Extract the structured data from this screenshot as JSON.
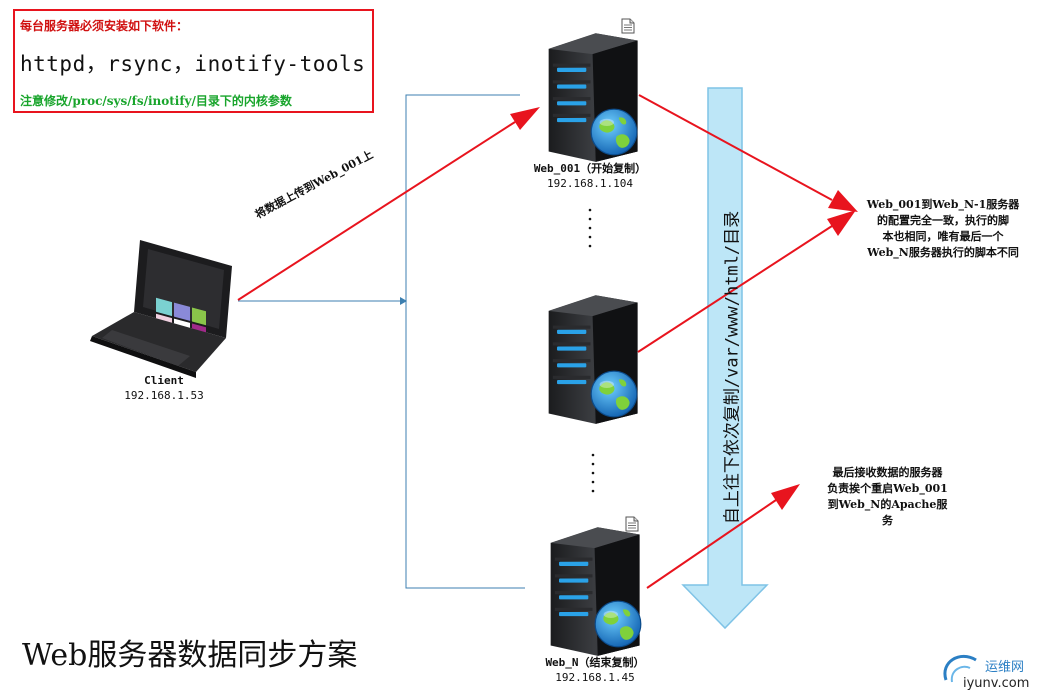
{
  "requirements": {
    "title": "每台服务器必须安装如下软件：",
    "software": "httpd，rsync，inotify-tools",
    "note": "注意修改/proc/sys/fs/inotify/目录下的内核参数"
  },
  "client": {
    "name": "Client",
    "ip": "192.168.1.53"
  },
  "upload_label": "将数据上传到Web_001上",
  "servers": [
    {
      "name": "Web_001（开始复制）",
      "ip": "192.168.1.104"
    },
    {
      "name": "",
      "ip": ""
    },
    {
      "name": "Web_N（结束复制）",
      "ip": "192.168.1.45"
    }
  ],
  "sync_label": "自上往下依次复制/var/www/html/目录",
  "notes": {
    "config_same": [
      "Web_001到Web_N-1服务器",
      "的配置完全一致，执行的脚",
      "本也相同，唯有最后一个",
      "Web_N服务器执行的脚本不同"
    ],
    "last_server": [
      "最后接收数据的服务器",
      "负责挨个重启Web_001",
      "到Web_N的Apache服",
      "务"
    ]
  },
  "page_title": "Web服务器数据同步方案",
  "watermark": {
    "text": "运维网",
    "url": "iyunv.com"
  },
  "colors": {
    "arrow_red": "#e8141e",
    "connector_blue": "#3c7fb0",
    "sync_arrow_fill": "#bde6f7",
    "sync_arrow_stroke": "#7fc3e6",
    "box_border": "#e8141e",
    "note_green": "#19a52c"
  },
  "icons": [
    "laptop-icon",
    "server-icon",
    "globe-icon",
    "document-icon"
  ]
}
